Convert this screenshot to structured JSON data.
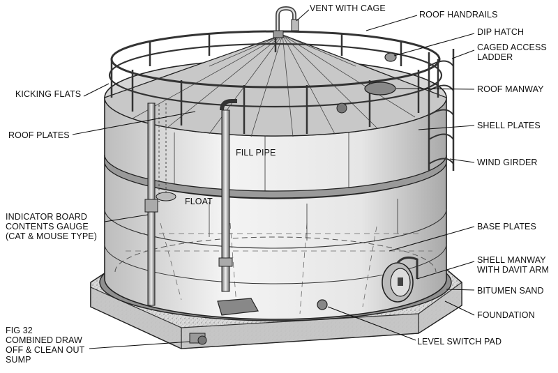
{
  "figure": {
    "caption_number": "FIG 32",
    "caption_text": "COMBINED DRAW\nOFF & CLEAN OUT\nSUMP"
  },
  "labels": {
    "vent_with_cage": "VENT WITH CAGE",
    "roof_handrails": "ROOF HANDRAILS",
    "dip_hatch": "DIP HATCH",
    "caged_access_ladder": "CAGED ACCESS\nLADDER",
    "kicking_flats": "KICKING FLATS",
    "roof_manway": "ROOF MANWAY",
    "roof_plates": "ROOF PLATES",
    "shell_plates": "SHELL PLATES",
    "fill_pipe": "FILL PIPE",
    "wind_girder": "WIND GIRDER",
    "float": "FLOAT",
    "indicator_board": "INDICATOR BOARD\nCONTENTS GAUGE\n(CAT & MOUSE TYPE)",
    "base_plates": "BASE PLATES",
    "shell_manway": "SHELL MANWAY\nWITH DAVIT ARM",
    "bitumen_sand": "BITUMEN SAND",
    "foundation": "FOUNDATION",
    "level_switch_pad": "LEVEL SWITCH PAD"
  }
}
